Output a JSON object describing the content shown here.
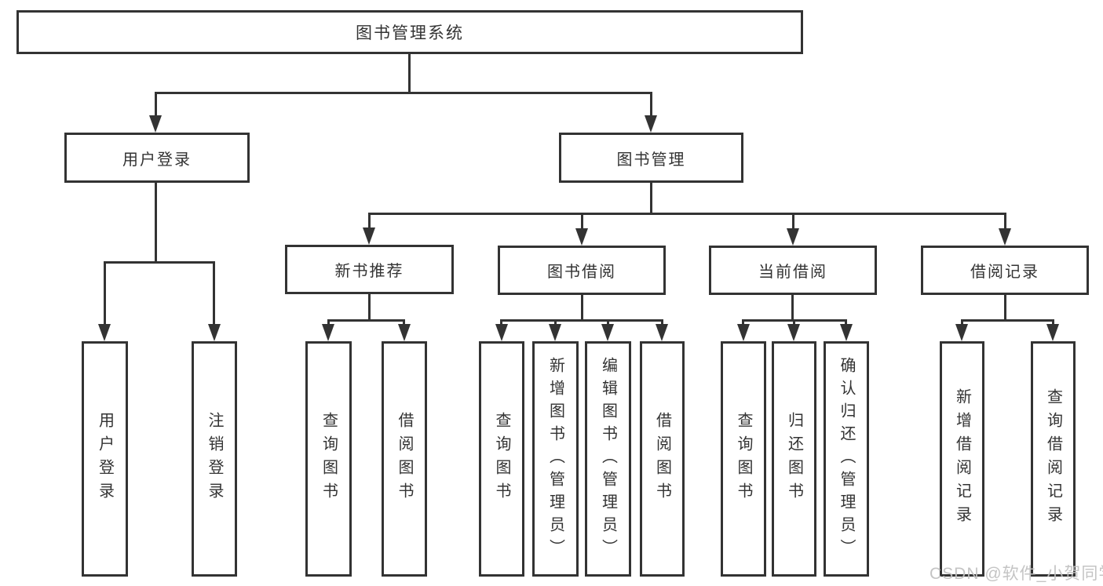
{
  "diagram": {
    "root": "图书管理系统",
    "branches": {
      "user_login": {
        "label": "用户登录",
        "children": [
          "用户登录",
          "注销登录"
        ]
      },
      "book_management": {
        "label": "图书管理",
        "sections": {
          "new_book_recommend": {
            "label": "新书推荐",
            "children": [
              "查询图书",
              "借阅图书"
            ]
          },
          "book_borrowing": {
            "label": "图书借阅",
            "children": [
              "查询图书",
              "新增图书（管理员）",
              "编辑图书（管理员）",
              "借阅图书"
            ]
          },
          "current_borrowing": {
            "label": "当前借阅",
            "children": [
              "查询图书",
              "归还图书",
              "确认归还（管理员）"
            ]
          },
          "borrowing_records": {
            "label": "借阅记录",
            "children": [
              "新增借阅记录",
              "查询借阅记录"
            ]
          }
        }
      }
    }
  },
  "watermark": "CSDN @软件_小贺同学",
  "colors": {
    "line": "#333333",
    "text": "#333333",
    "background": "#ffffff",
    "watermark": "#c1c1c1"
  }
}
